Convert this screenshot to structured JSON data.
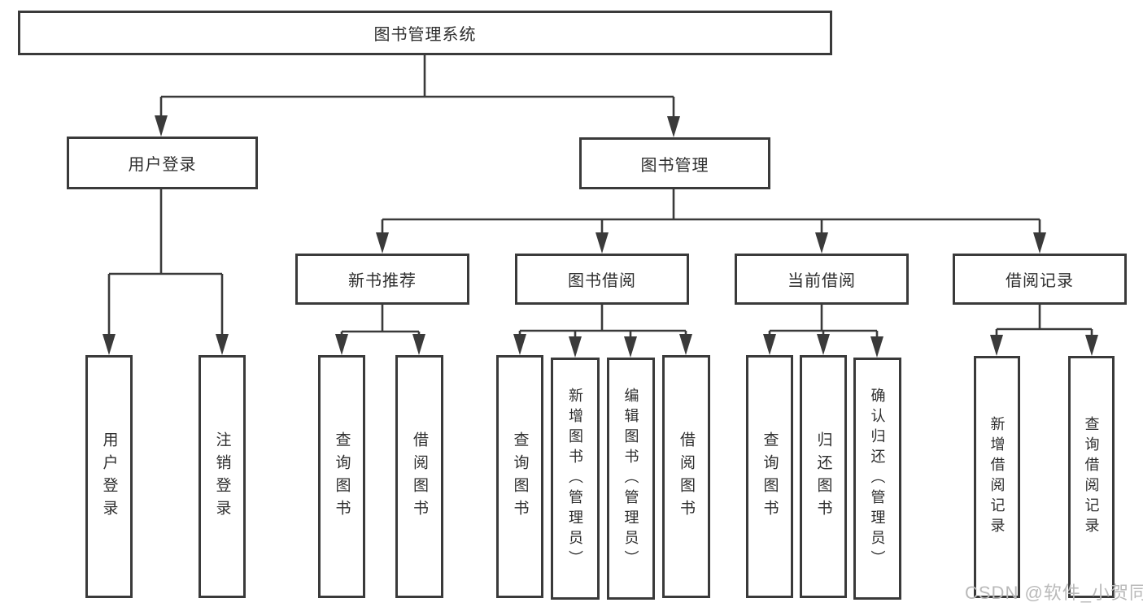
{
  "diagram": {
    "title": "图书管理系统",
    "watermark": "CSDN @软件_小贺同学",
    "colors": {
      "line": "#3a3a3a",
      "box_border": "#3a3a3a",
      "text": "#2e2e2e",
      "background": "#ffffff",
      "watermark": "#b9b9b9"
    },
    "nodes": {
      "root": {
        "label": "图书管理系统"
      },
      "user_login_group": {
        "label": "用户登录"
      },
      "book_mgmt": {
        "label": "图书管理"
      },
      "new_book_rec": {
        "label": "新书推荐"
      },
      "book_borrow": {
        "label": "图书借阅"
      },
      "current_borrow": {
        "label": "当前借阅"
      },
      "borrow_records": {
        "label": "借阅记录"
      },
      "leaf_user_login": {
        "label": "用户登录"
      },
      "leaf_logout": {
        "label": "注销登录"
      },
      "leaf_nbr_query_book": {
        "label": "查询图书"
      },
      "leaf_nbr_borrow_book": {
        "label": "借阅图书"
      },
      "leaf_bb_query_book": {
        "label": "查询图书"
      },
      "leaf_bb_add_book": {
        "label": "新增图书（管理员）"
      },
      "leaf_bb_edit_book": {
        "label": "编辑图书（管理员）"
      },
      "leaf_bb_borrow_book": {
        "label": "借阅图书"
      },
      "leaf_cb_query_book": {
        "label": "查询图书"
      },
      "leaf_cb_return_book": {
        "label": "归还图书"
      },
      "leaf_cb_confirm_return": {
        "label": "确认归还（管理员）"
      },
      "leaf_br_add_record": {
        "label": "新增借阅记录"
      },
      "leaf_br_query_record": {
        "label": "查询借阅记录"
      }
    }
  }
}
